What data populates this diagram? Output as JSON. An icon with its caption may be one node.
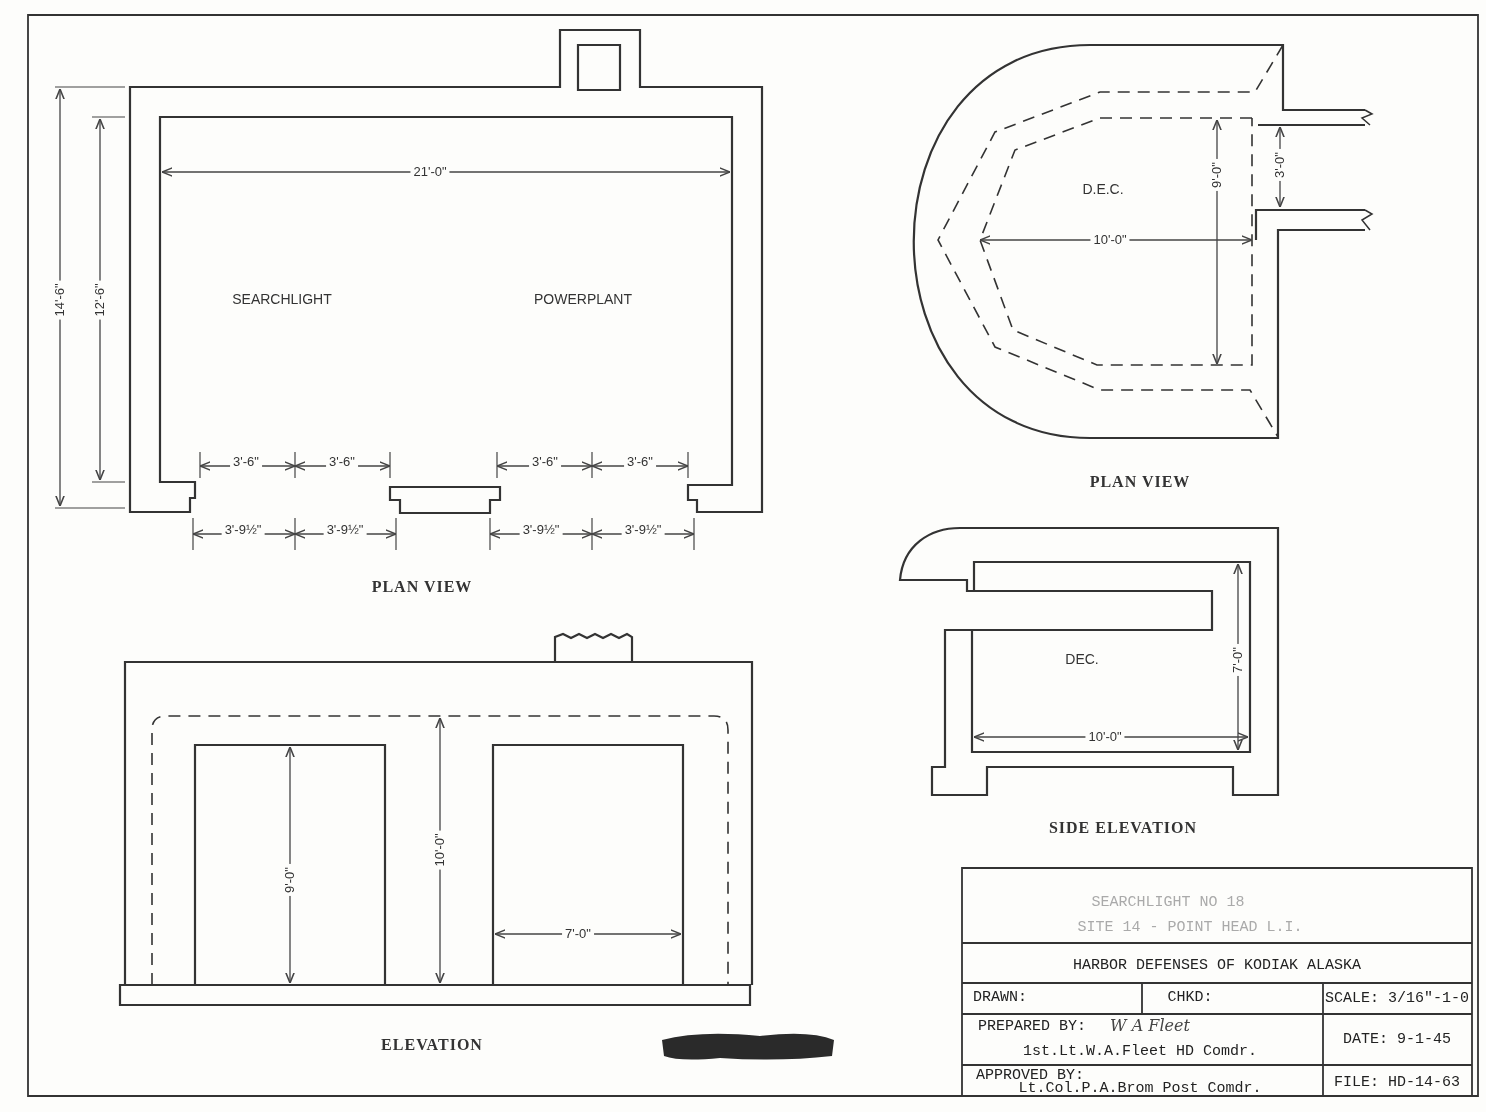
{
  "diagram": {
    "labels": [
      "21'-0\"",
      "14'-6\"",
      "12'-6\"",
      "3'-6\"",
      "3'-6\"",
      "3'-6\"",
      "3'-6\"",
      "3'-9½\"",
      "3'-9½\"",
      "3'-9½\"",
      "3'-9½\"",
      "SEARCHLIGHT",
      "POWERPLANT",
      "PLAN VIEW",
      "D.E.C.",
      "9'-0\"",
      "3'-0\"",
      "10'-0\"",
      "PLAN VIEW",
      "DEC.",
      "7'-0\"",
      "10'-0\"",
      "SIDE ELEVATION",
      "9'-0\"",
      "10'-0\"",
      "7'-0\"",
      "ELEVATION",
      "SEARCHLIGHT NO 18",
      "SITE 14 - POINT HEAD L.I.",
      "HARBOR DEFENSES OF KODIAK ALASKA",
      "DRAWN:",
      "CHKD:",
      "SCALE: 3/16\"-1-0",
      "PREPARED BY:",
      "W A Fleet",
      "1st.Lt.W.A.Fleet  HD Comdr.",
      "DATE: 9-1-45",
      "APPROVED BY:",
      "Lt.Col.P.A.Brom  Post Comdr.",
      "FILE: HD-14-63"
    ]
  }
}
